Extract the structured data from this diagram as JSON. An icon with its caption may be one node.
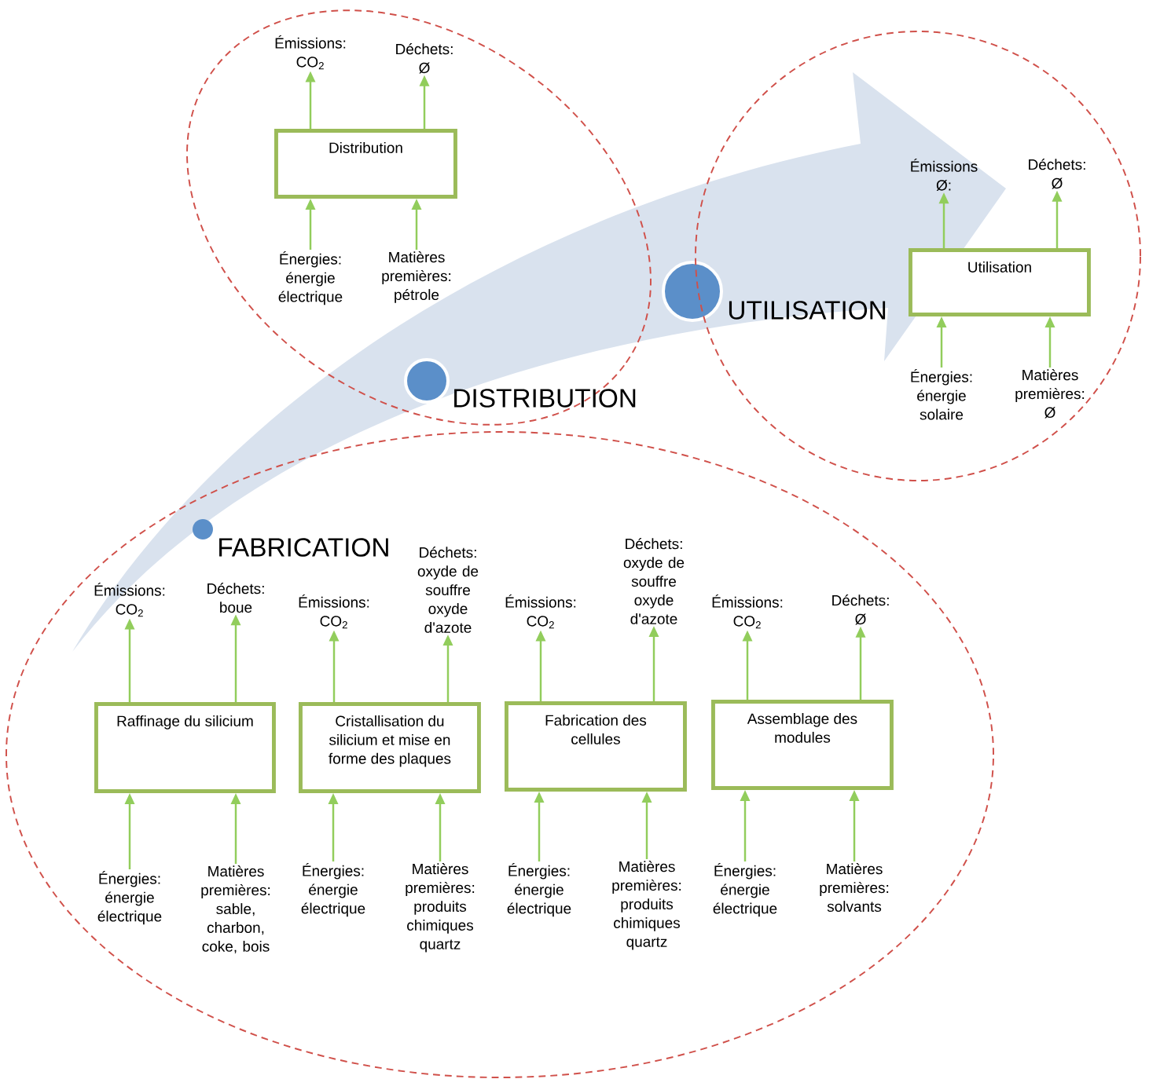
{
  "diagram": {
    "nodes": [
      {
        "text": [],
        "shape": "ellipse"
      },
      {
        "text": [
          "Émissions: CO$_{2}$"
        ],
        "in": 0
      },
      {
        "text": [
          "Déchets: Ø"
        ],
        "in": 0
      },
      {
        "text": [
          "Distribution"
        ],
        "in": 0
      },
      {
        "text": [
          "Énergies: énergie électrique"
        ],
        "in": 0
      },
      {
        "text": [
          "Matières premières: pétrole"
        ],
        "in": 0
      },
      {
        "text": [],
        "shape": "ellipse"
      },
      {
        "text": [
          "Émissions Ø:"
        ],
        "in": 6
      },
      {
        "text": [
          "Déchets: Ø"
        ],
        "in": 6
      },
      {
        "text": [
          "Utilisation"
        ],
        "in": 6
      },
      {
        "text": [
          "Énergies: énergie solaire"
        ],
        "in": 6
      },
      {
        "text": [
          "Matières premières: Ø"
        ],
        "in": 6
      },
      {
        "text": [],
        "shape": "ellipse"
      },
      {
        "text": [
          "Émissions: CO$_{2}$"
        ],
        "in": 12
      },
      {
        "text": [
          "Déchets: boue"
        ],
        "in": 12
      },
      {
        "text": [
          "Raffinage du silicium"
        ],
        "in": 12
      },
      {
        "text": [
          "Énergies: énergie électrique"
        ],
        "in": 12
      },
      {
        "text": [
          "Matières premières: sable, charbon, coke, bois"
        ],
        "in": 12
      },
      {
        "text": [
          "Émissions: CO$_{2}$"
        ],
        "in": 12
      },
      {
        "text": [
          "Déchets: oxyde de souffre oxyde d'azote"
        ],
        "in": 12
      },
      {
        "text": [
          "Cristallisation du silicium et mise en forme des plaques"
        ],
        "in": 12
      },
      {
        "text": [
          "Énergies: énergie électrique"
        ],
        "in": 12
      },
      {
        "text": [
          "Matières premières: produits chimiques quartz"
        ],
        "in": 12
      },
      {
        "text": [
          "Émissions: CO$_{2}$"
        ],
        "in": 12
      },
      {
        "text": [
          "Déchets: oxyde de souffre oxyde d'azote"
        ],
        "in": 12
      },
      {
        "text": [
          "Fabrication des cellules"
        ],
        "in": 12
      },
      {
        "text": [
          "Énergies: énergie électrique"
        ],
        "in": 12
      },
      {
        "text": [
          "Matières premières: produits chimiques quartz"
        ],
        "in": 12
      },
      {
        "text": [
          "Émissions: CO$_{2}$"
        ],
        "in": 12
      },
      {
        "text": [
          "Déchets: Ø"
        ],
        "in": 12
      },
      {
        "text": [
          "Assemblage des modules"
        ],
        "in": 12
      },
      {
        "text": [
          "Énergies: énergie électrique"
        ],
        "in": 12
      },
      {
        "text": [
          "Matières premières: solvants"
        ],
        "in": 12
      }
    ],
    "edges": [
      {
        "from": 3,
        "to": 1,
        "arrow": "to"
      },
      {
        "from": 3,
        "to": 2,
        "arrow": "to"
      },
      {
        "from": 4,
        "to": 3,
        "arrow": "to"
      },
      {
        "from": 5,
        "to": 3,
        "arrow": "to"
      },
      {
        "from": 9,
        "to": 7,
        "arrow": "to"
      },
      {
        "from": 9,
        "to": 8,
        "arrow": "to"
      },
      {
        "from": 10,
        "to": 9,
        "arrow": "to"
      },
      {
        "from": 11,
        "to": 9,
        "arrow": "to"
      },
      {
        "from": 15,
        "to": 13,
        "arrow": "to"
      },
      {
        "from": 15,
        "to": 14,
        "arrow": "to"
      },
      {
        "from": 16,
        "to": 15,
        "arrow": "to"
      },
      {
        "from": 17,
        "to": 15,
        "arrow": "to"
      },
      {
        "from": 20,
        "to": 18,
        "arrow": "to"
      },
      {
        "from": 20,
        "to": 19,
        "arrow": "to"
      },
      {
        "from": 21,
        "to": 20,
        "arrow": "to"
      },
      {
        "from": 22,
        "to": 20,
        "arrow": "to"
      },
      {
        "from": 25,
        "to": 23,
        "arrow": "to"
      },
      {
        "from": 25,
        "to": 24,
        "arrow": "to"
      },
      {
        "from": 26,
        "to": 25,
        "arrow": "to"
      },
      {
        "from": 27,
        "to": 25,
        "arrow": "to"
      },
      {
        "from": 30,
        "to": 28,
        "arrow": "to"
      },
      {
        "from": 30,
        "to": 29,
        "arrow": "to"
      },
      {
        "from": 31,
        "to": 30,
        "arrow": "to"
      },
      {
        "from": 32,
        "to": 30,
        "arrow": "to"
      }
    ],
    "labels": [
      "UTILISATION",
      "DISTRIBUTION",
      "FABRICATION"
    ]
  }
}
